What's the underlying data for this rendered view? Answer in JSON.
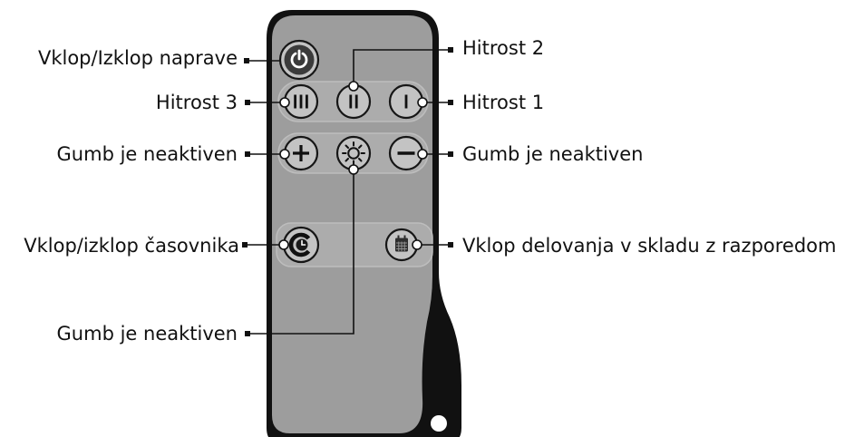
{
  "callouts": {
    "power": "Vklop/Izklop naprave",
    "speed_2": "Hitrost 2",
    "speed_3": "Hitrost 3",
    "speed_1": "Hitrost 1",
    "plus_inactive": "Gumb je neaktiven",
    "minus_inactive": "Gumb je neaktiven",
    "timer": "Vklop/izklop časovnika",
    "schedule": "Vklop delovanja v skladu z razporedom",
    "light_inactive": "Gumb je neaktiven"
  },
  "remote": {
    "buttons": [
      {
        "id": "power",
        "icon": "power-icon"
      },
      {
        "id": "speed_3",
        "icon": "speed-3-icon"
      },
      {
        "id": "speed_2",
        "icon": "speed-2-icon"
      },
      {
        "id": "speed_1",
        "icon": "speed-1-icon"
      },
      {
        "id": "plus",
        "icon": "plus-icon"
      },
      {
        "id": "light",
        "icon": "sun-icon"
      },
      {
        "id": "minus",
        "icon": "minus-icon"
      },
      {
        "id": "timer",
        "icon": "clock-icon"
      },
      {
        "id": "schedule",
        "icon": "calendar-icon"
      }
    ]
  },
  "colors": {
    "body": "#111111",
    "face": "#9d9d9d",
    "button": "#c3c3c3",
    "power_button": "#3b3b3b",
    "text": "#111111"
  }
}
